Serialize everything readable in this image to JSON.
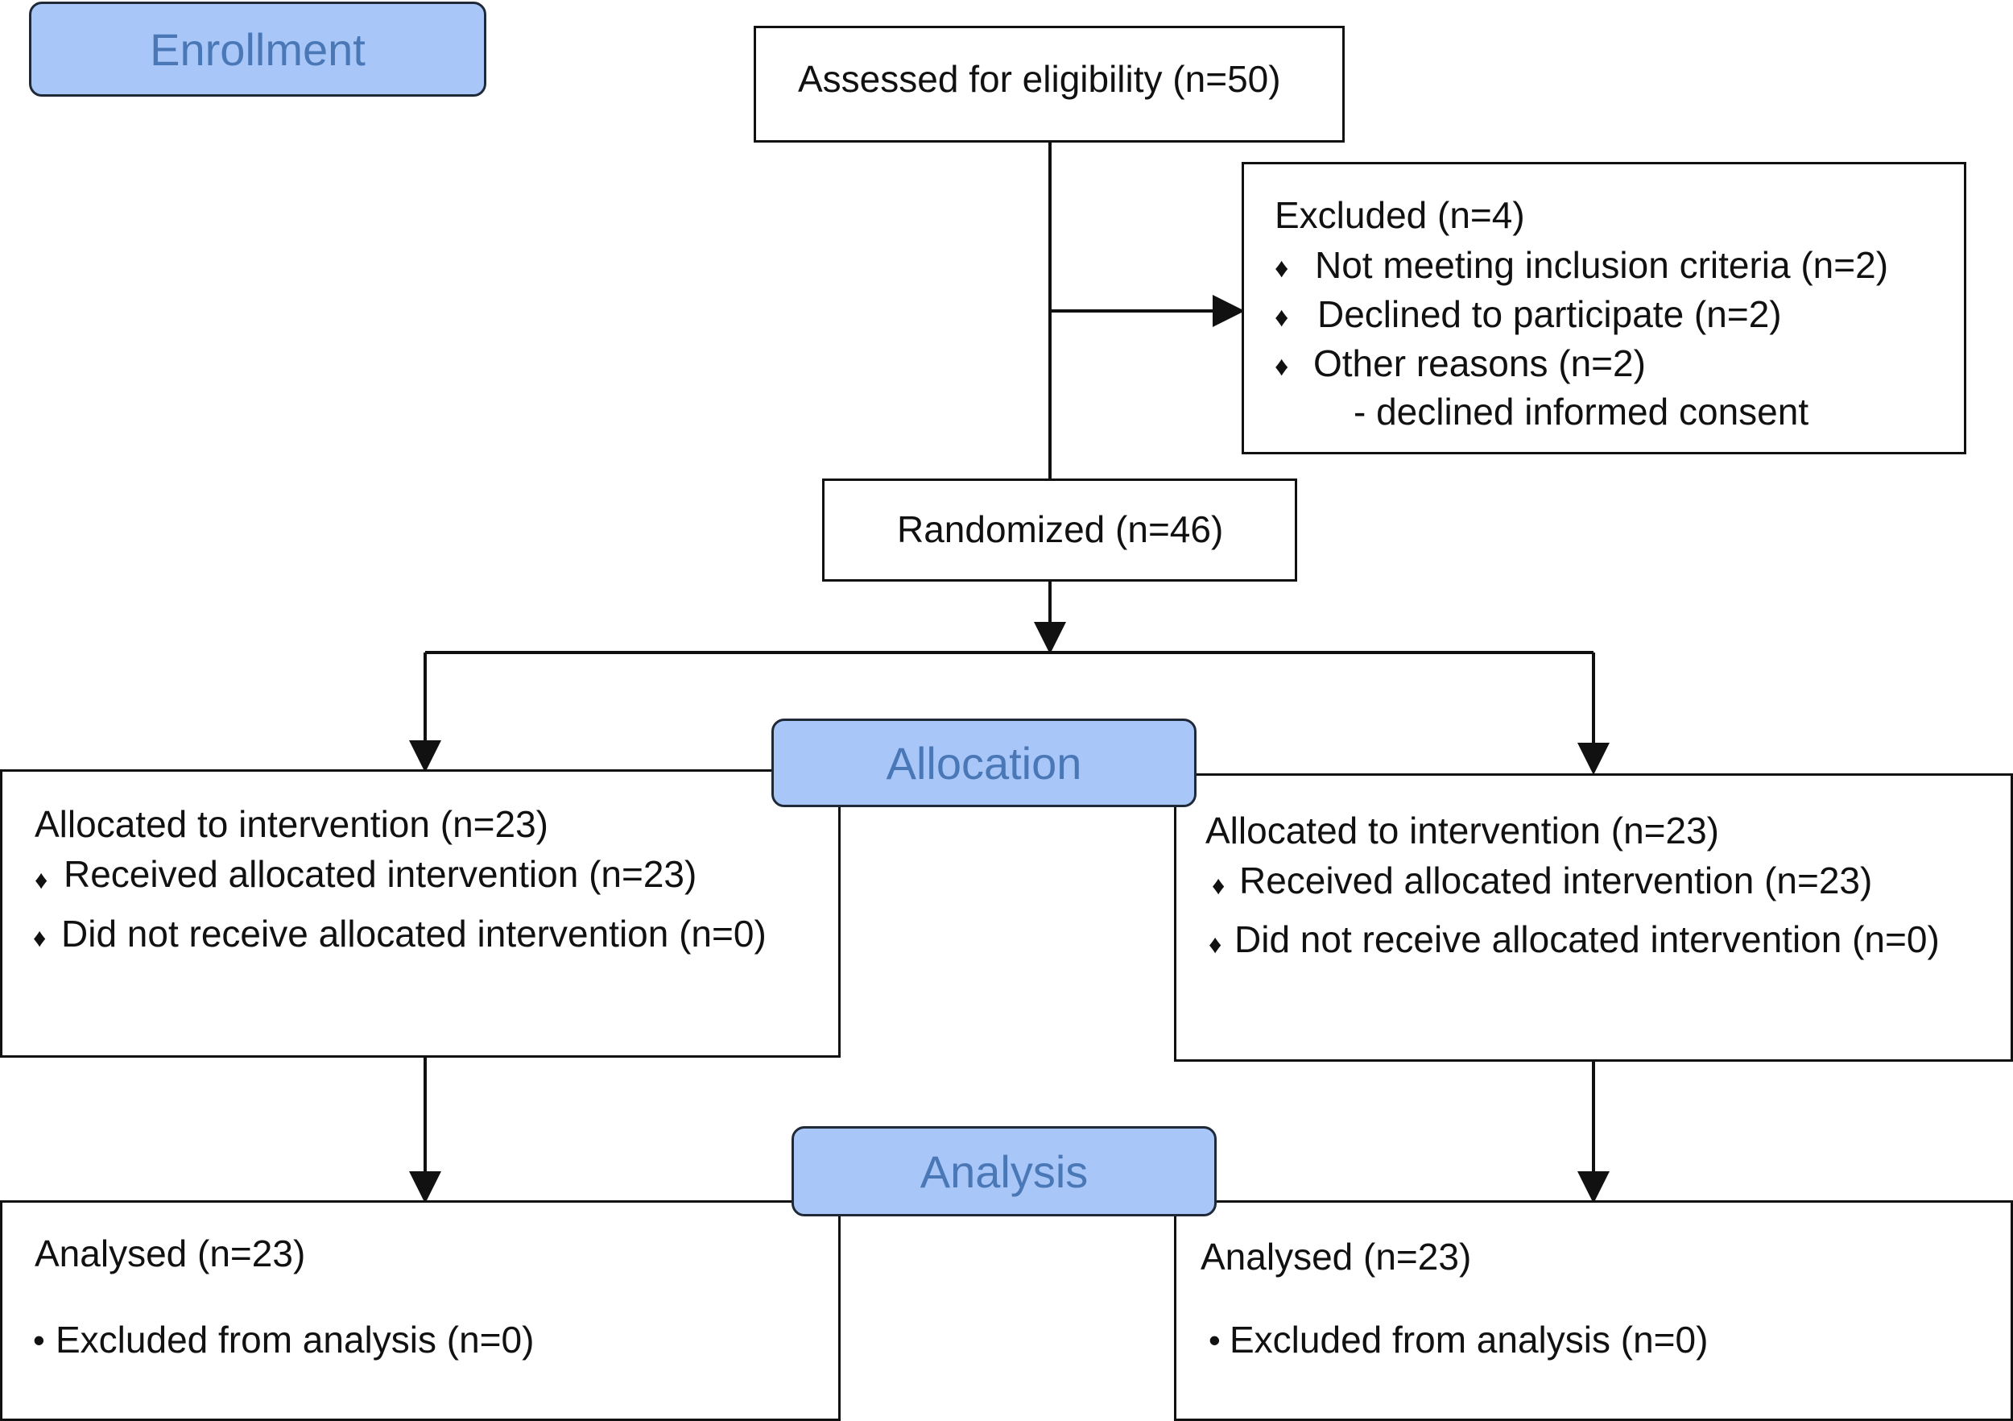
{
  "stages": {
    "enrollment": "Enrollment",
    "allocation": "Allocation",
    "analysis": "Analysis"
  },
  "assessed": {
    "text": "Assessed for eligibility (n=50)"
  },
  "excluded": {
    "title": "Excluded (n=4)",
    "items": [
      "Not meeting inclusion criteria (n=2)",
      "Declined to participate (n=2)",
      "Other reasons (n=2)"
    ],
    "subitem": "- declined informed consent"
  },
  "randomized": {
    "text": "Randomized (n=46)"
  },
  "allocation_left": {
    "title": "Allocated to intervention (n=23)",
    "items": [
      "Received allocated intervention  (n=23)",
      "Did not receive allocated intervention (n=0)"
    ]
  },
  "allocation_right": {
    "title": "Allocated to intervention (n=23)",
    "items": [
      "Received allocated intervention  (n=23)",
      "Did not receive allocated intervention (n=0)"
    ]
  },
  "analysis_left": {
    "title": "Analysed (n=23)",
    "item": "Excluded from analysis (n=0)"
  },
  "analysis_right": {
    "title": "Analysed (n=23)",
    "item": "Excluded from analysis (n=0)"
  },
  "icons": {
    "bullet_diamond": "diamond-bullet-icon",
    "bullet_dot": "dot-bullet-icon"
  },
  "colors": {
    "stage_fill": "#a8c6f7",
    "stage_text": "#4a78b6",
    "line": "#111111"
  }
}
